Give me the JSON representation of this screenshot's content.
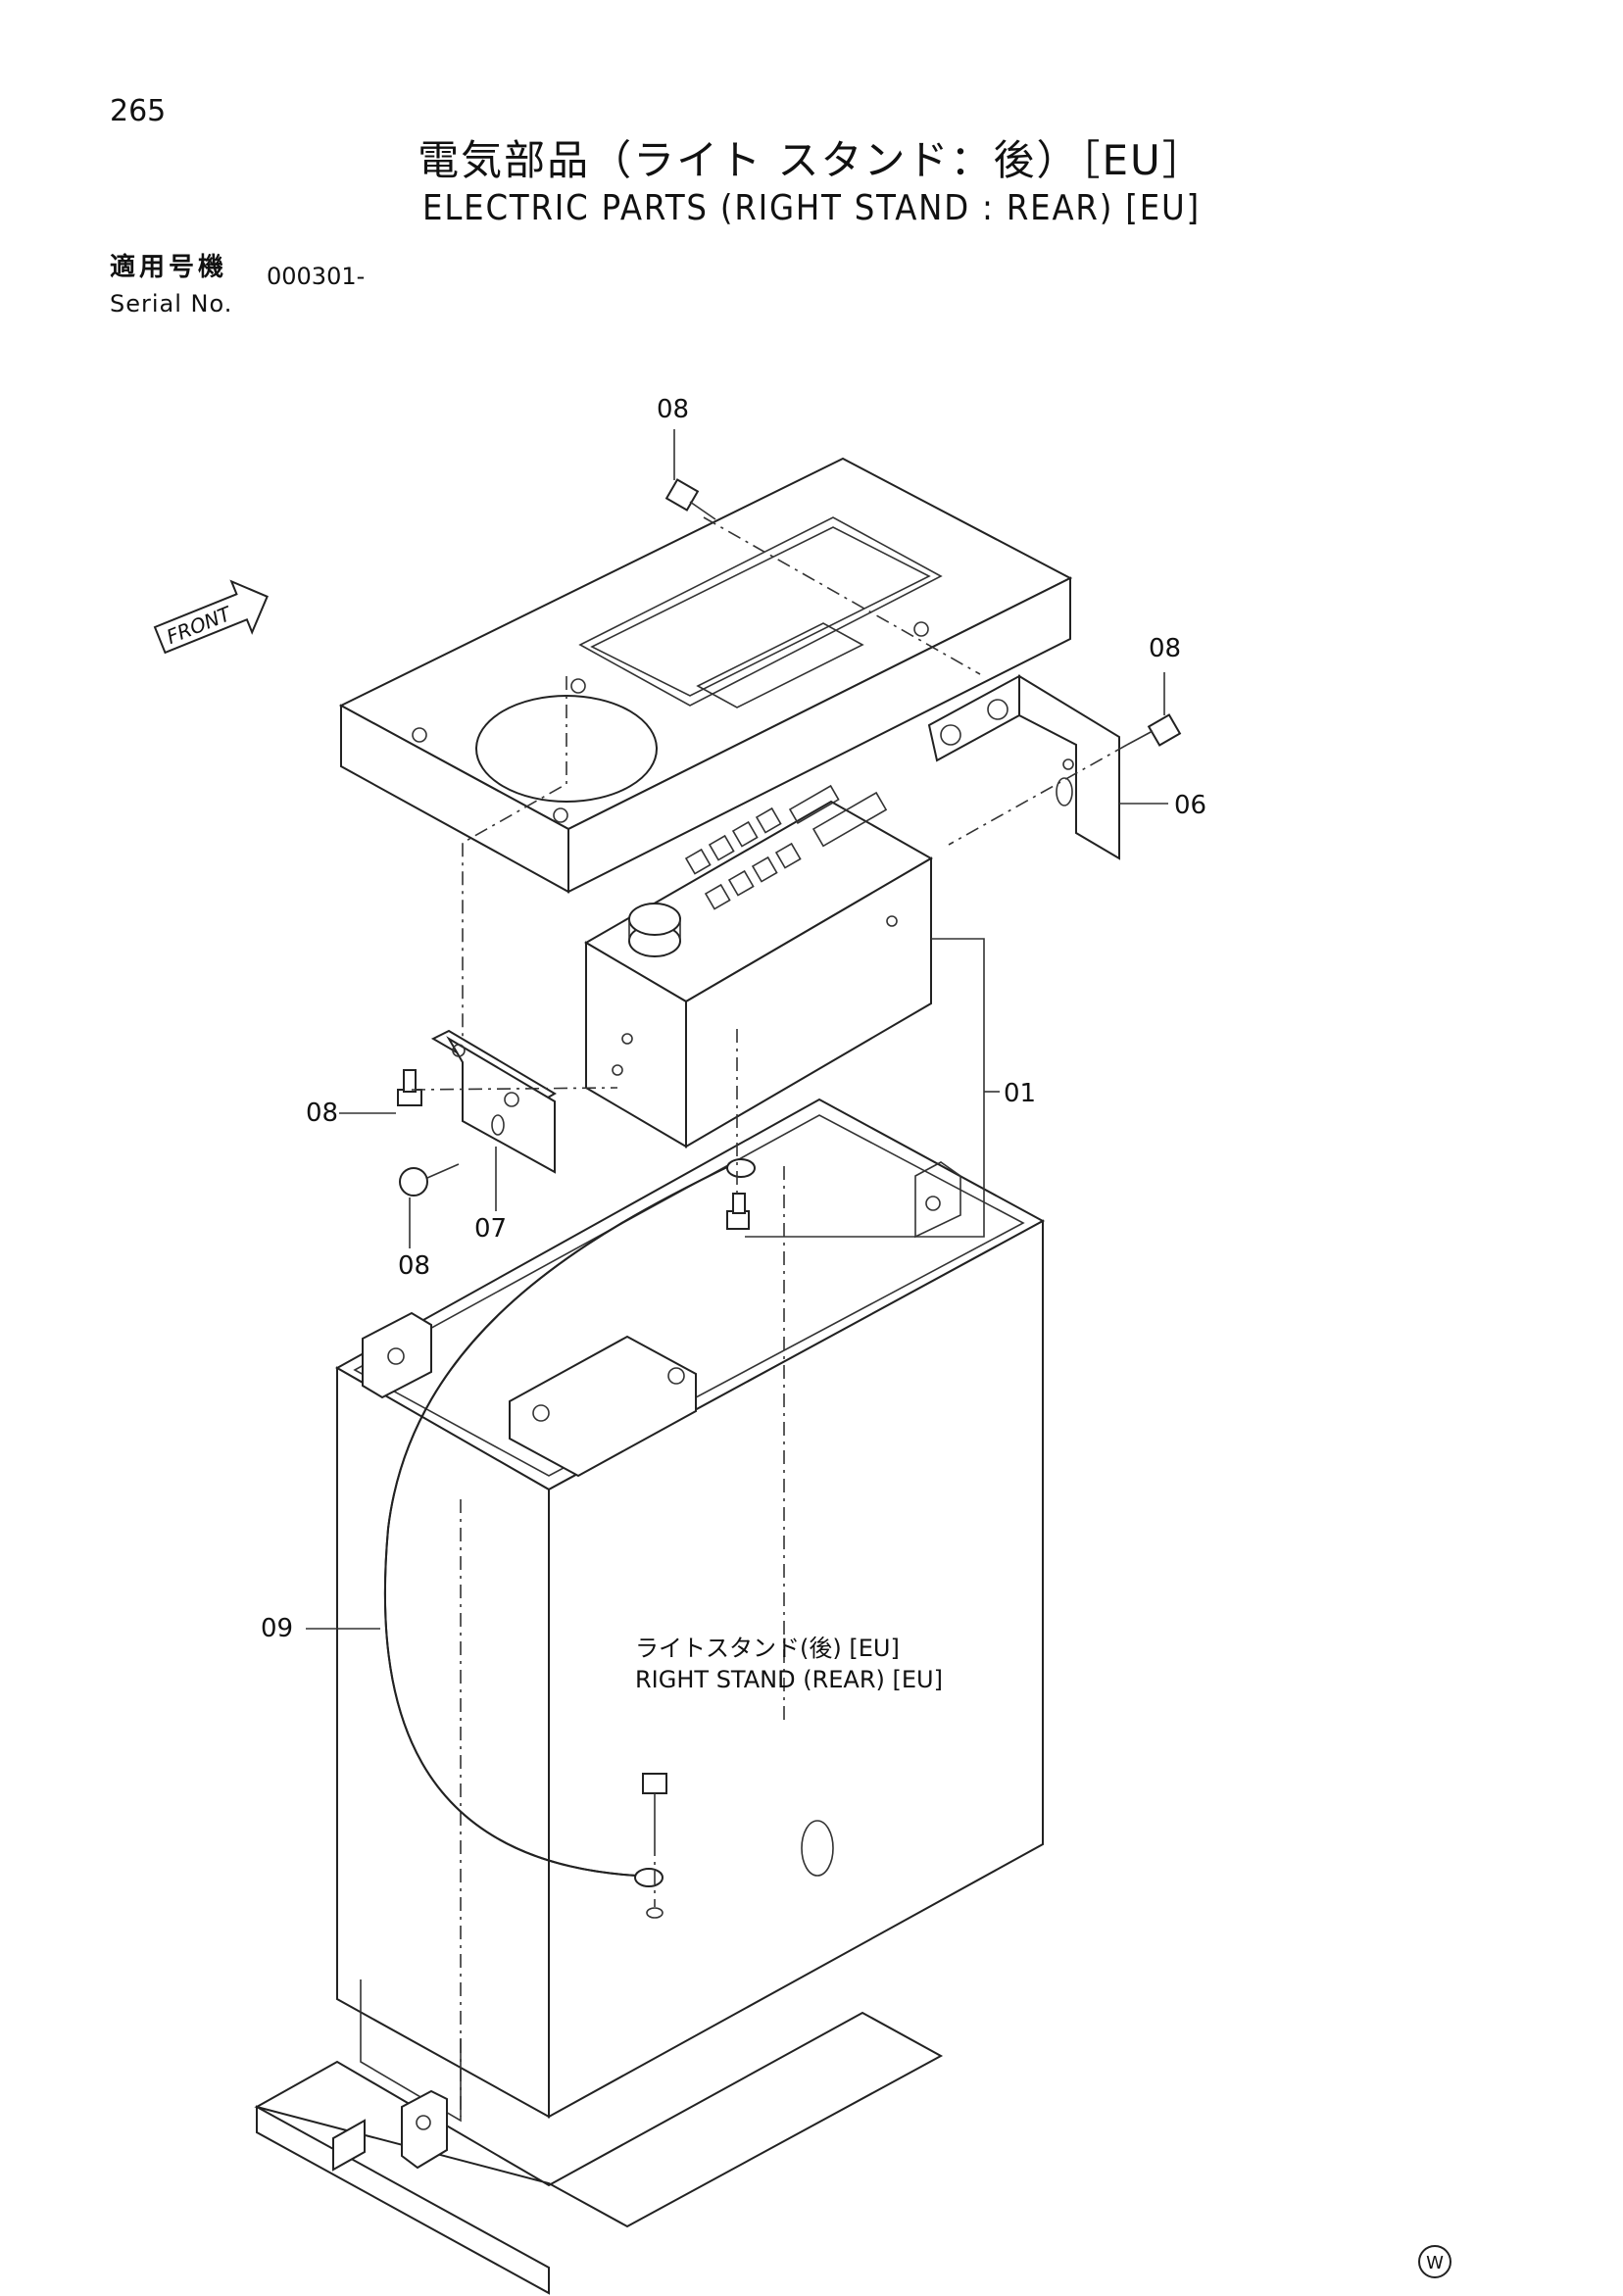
{
  "page_number": "265",
  "title_ja": "電気部品（ライト スタンド：後）［EU］",
  "title_en": "ELECTRIC PARTS (RIGHT STAND : REAR) [EU]",
  "serial_label_ja": "適用号機",
  "serial_label_en": "Serial No.",
  "serial_value": "000301-",
  "front_label": "FRONT",
  "stand_label_ja": "ライトスタンド(後) [EU]",
  "stand_label_en": "RIGHT STAND (REAR) [EU]",
  "callouts": {
    "c08_top": "08",
    "c08_right": "08",
    "c06": "06",
    "c01": "01",
    "c08_left_a": "08",
    "c08_left_b": "08",
    "c07": "07",
    "c09": "09"
  },
  "watermark": "W"
}
